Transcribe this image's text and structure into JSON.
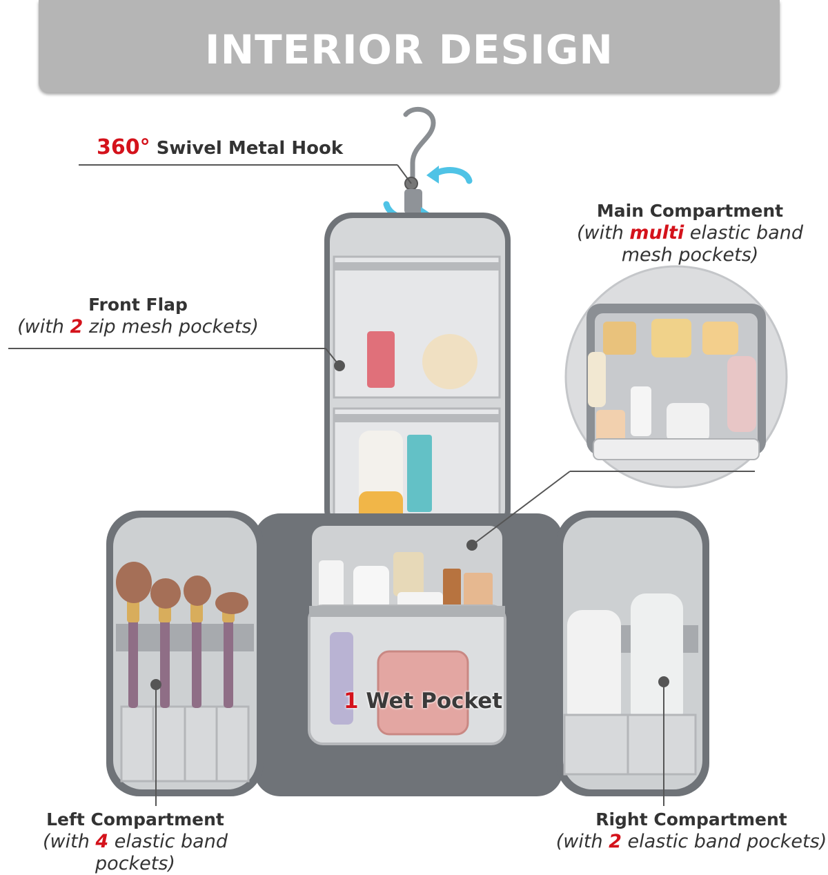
{
  "banner": {
    "title": "INTERIOR DESIGN"
  },
  "hook": {
    "degree": "360°",
    "text": "Swivel Metal Hook"
  },
  "main_compartment": {
    "heading": "Main Compartment",
    "line1_pre": "(with ",
    "line1_highlight": "multi",
    "line1_post": " elastic band",
    "line2": "mesh pockets)"
  },
  "front_flap": {
    "heading": "Front Flap",
    "pre": "(with ",
    "highlight": "2",
    "post": " zip mesh pockets)"
  },
  "left_compartment": {
    "heading": "Left Compartment",
    "pre": "(with ",
    "highlight": "4",
    "post": " elastic band pockets)"
  },
  "right_compartment": {
    "heading": "Right Compartment",
    "pre": "(with ",
    "highlight": "2",
    "post": " elastic band pockets)"
  },
  "wet_pocket": {
    "count": "1",
    "text": " Wet Pocket"
  },
  "colors": {
    "banner": "#b5b5b5",
    "highlight": "#d4121b",
    "bag": "#6f7378",
    "lining": "#c9cbcd",
    "arrow": "#4fc3e6"
  }
}
